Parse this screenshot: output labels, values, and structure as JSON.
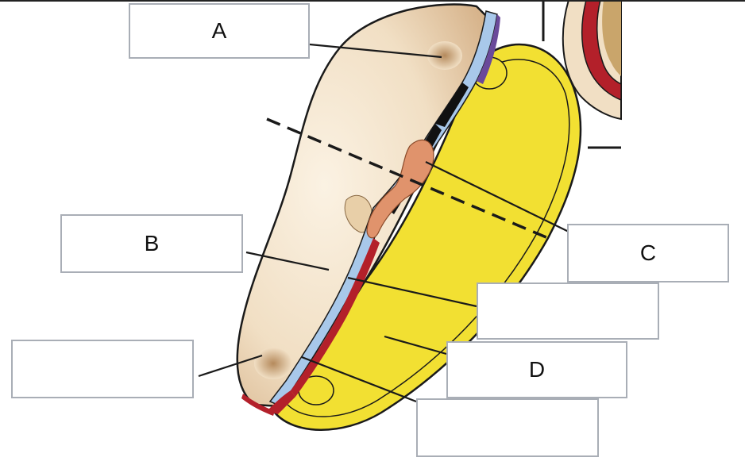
{
  "labels": {
    "a": "A",
    "b": "B",
    "c": "C",
    "d": "D",
    "blank_1": "",
    "blank_2": "",
    "blank_3": ""
  },
  "colors": {
    "ectoderm": "#f5e6cf",
    "yolk": "#f2e032",
    "blue_layer": "#a8c8ea",
    "red_layer": "#b3202a",
    "orange_layer": "#e0936c",
    "outline": "#1a1a1a",
    "box_border": "#a9aeb6"
  }
}
